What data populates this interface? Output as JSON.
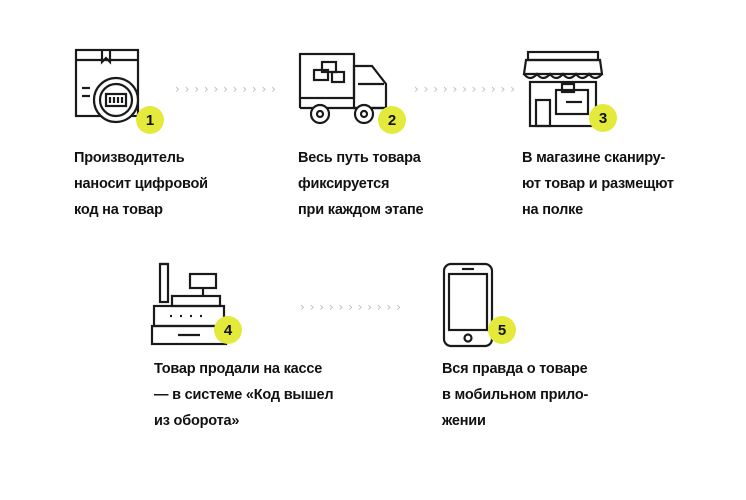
{
  "steps": [
    {
      "number": "1",
      "icon": "box-barcode-icon",
      "lines": [
        "Производитель",
        "наносит цифровой",
        "код на товар"
      ]
    },
    {
      "number": "2",
      "icon": "truck-icon",
      "lines": [
        "Весь путь товара",
        "фиксируется",
        "при каждом этапе"
      ]
    },
    {
      "number": "3",
      "icon": "store-icon",
      "lines": [
        "В магазине сканиру-",
        "ют товар и размещют",
        "на полке"
      ]
    },
    {
      "number": "4",
      "icon": "cash-register-icon",
      "lines": [
        "Товар продали на кассе",
        "— в системе «Код вышел",
        "из оборота»"
      ]
    },
    {
      "number": "5",
      "icon": "smartphone-icon",
      "lines": [
        "Вся правда о товаре",
        "в мобильном прило-",
        "жении"
      ]
    }
  ],
  "connector": "› › › › › › › › › › ›",
  "colors": {
    "badge": "#e4ea3c",
    "stroke": "#1a1a1a",
    "arrow": "#bdbdbd"
  }
}
